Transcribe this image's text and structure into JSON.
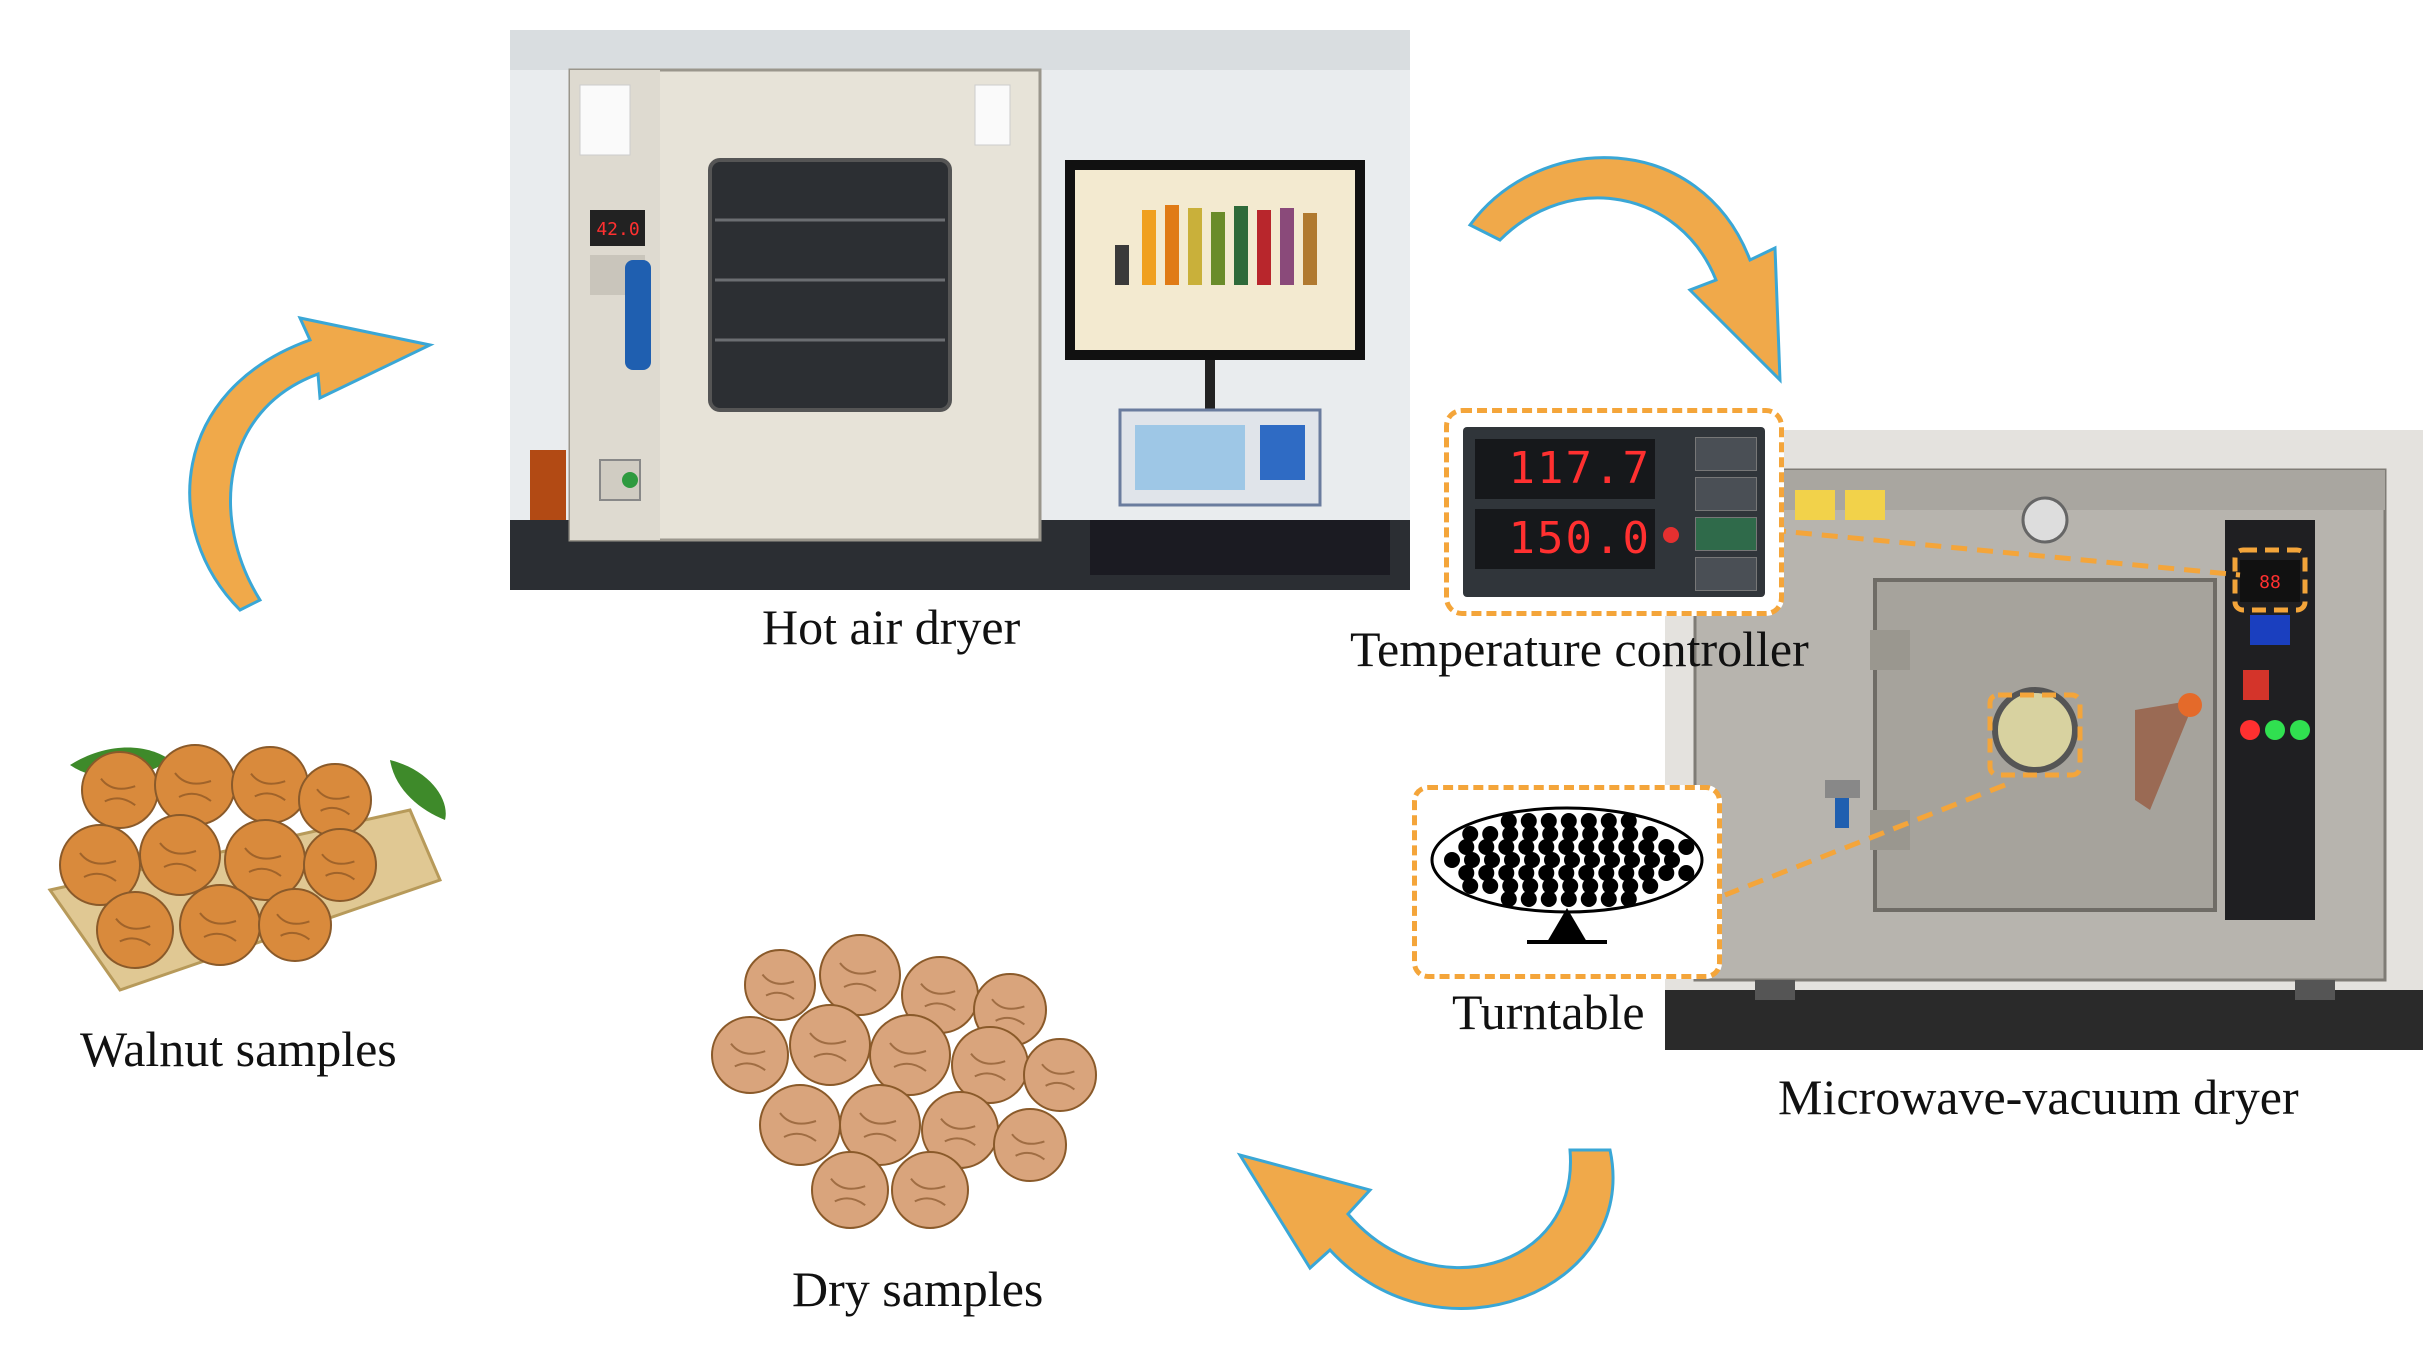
{
  "labels": {
    "hot_air_dryer": "Hot air dryer",
    "temperature_controller": "Temperature controller",
    "walnut_samples": "Walnut samples",
    "turntable": "Turntable",
    "microwave_vacuum_dryer": "Microwave-vacuum dryer",
    "dry_samples": "Dry samples"
  },
  "controller_display": {
    "pv": "117.7",
    "sv": "150.0"
  },
  "colors": {
    "arrow_fill": "#F0A94A",
    "arrow_outline": "#3AA7D6",
    "highlight_dash": "#F4A53A",
    "walnut_fresh": "#D98A3C",
    "walnut_dry": "#D9A47C",
    "steel": "#B7B4AE",
    "display_red": "#FF3030"
  },
  "icons": [
    "curved-arrow-icon",
    "walnut-icon"
  ]
}
